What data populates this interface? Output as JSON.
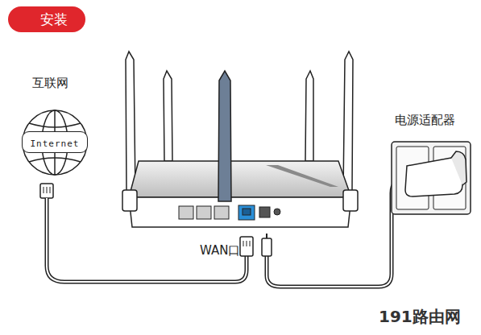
{
  "diagram": {
    "title": "安装",
    "nodes": [
      {
        "text": [
          "Internet"
        ]
      }
    ],
    "labels": [
      "互联网",
      "电源适配器",
      "WAN口",
      "191路由网"
    ]
  }
}
